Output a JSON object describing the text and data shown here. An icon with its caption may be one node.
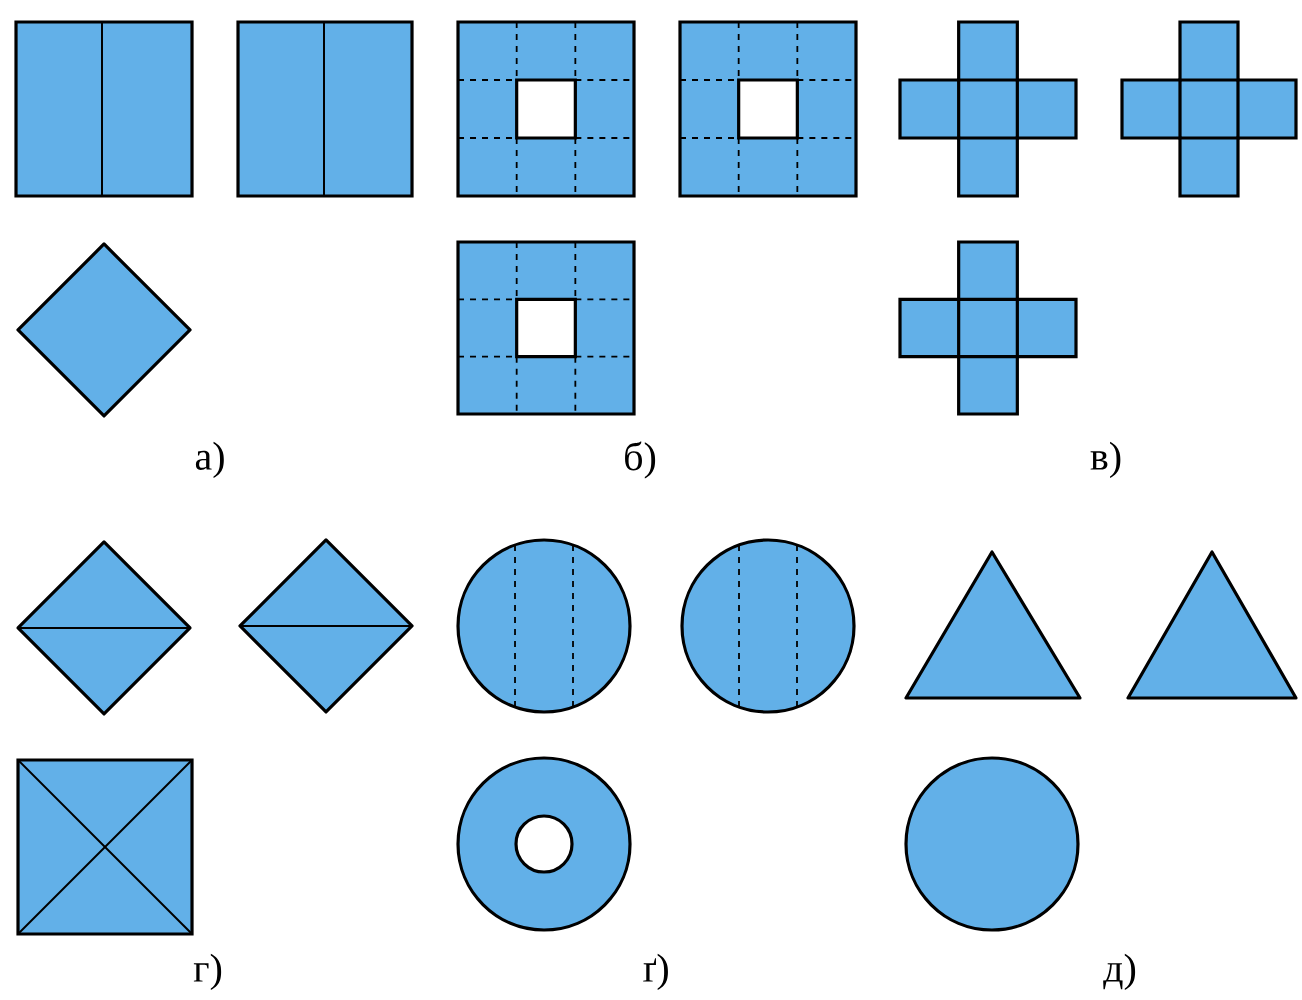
{
  "diagram": {
    "labels": [
      "а)",
      "б)",
      "в)",
      "г)",
      "ґ)",
      "д)"
    ]
  }
}
